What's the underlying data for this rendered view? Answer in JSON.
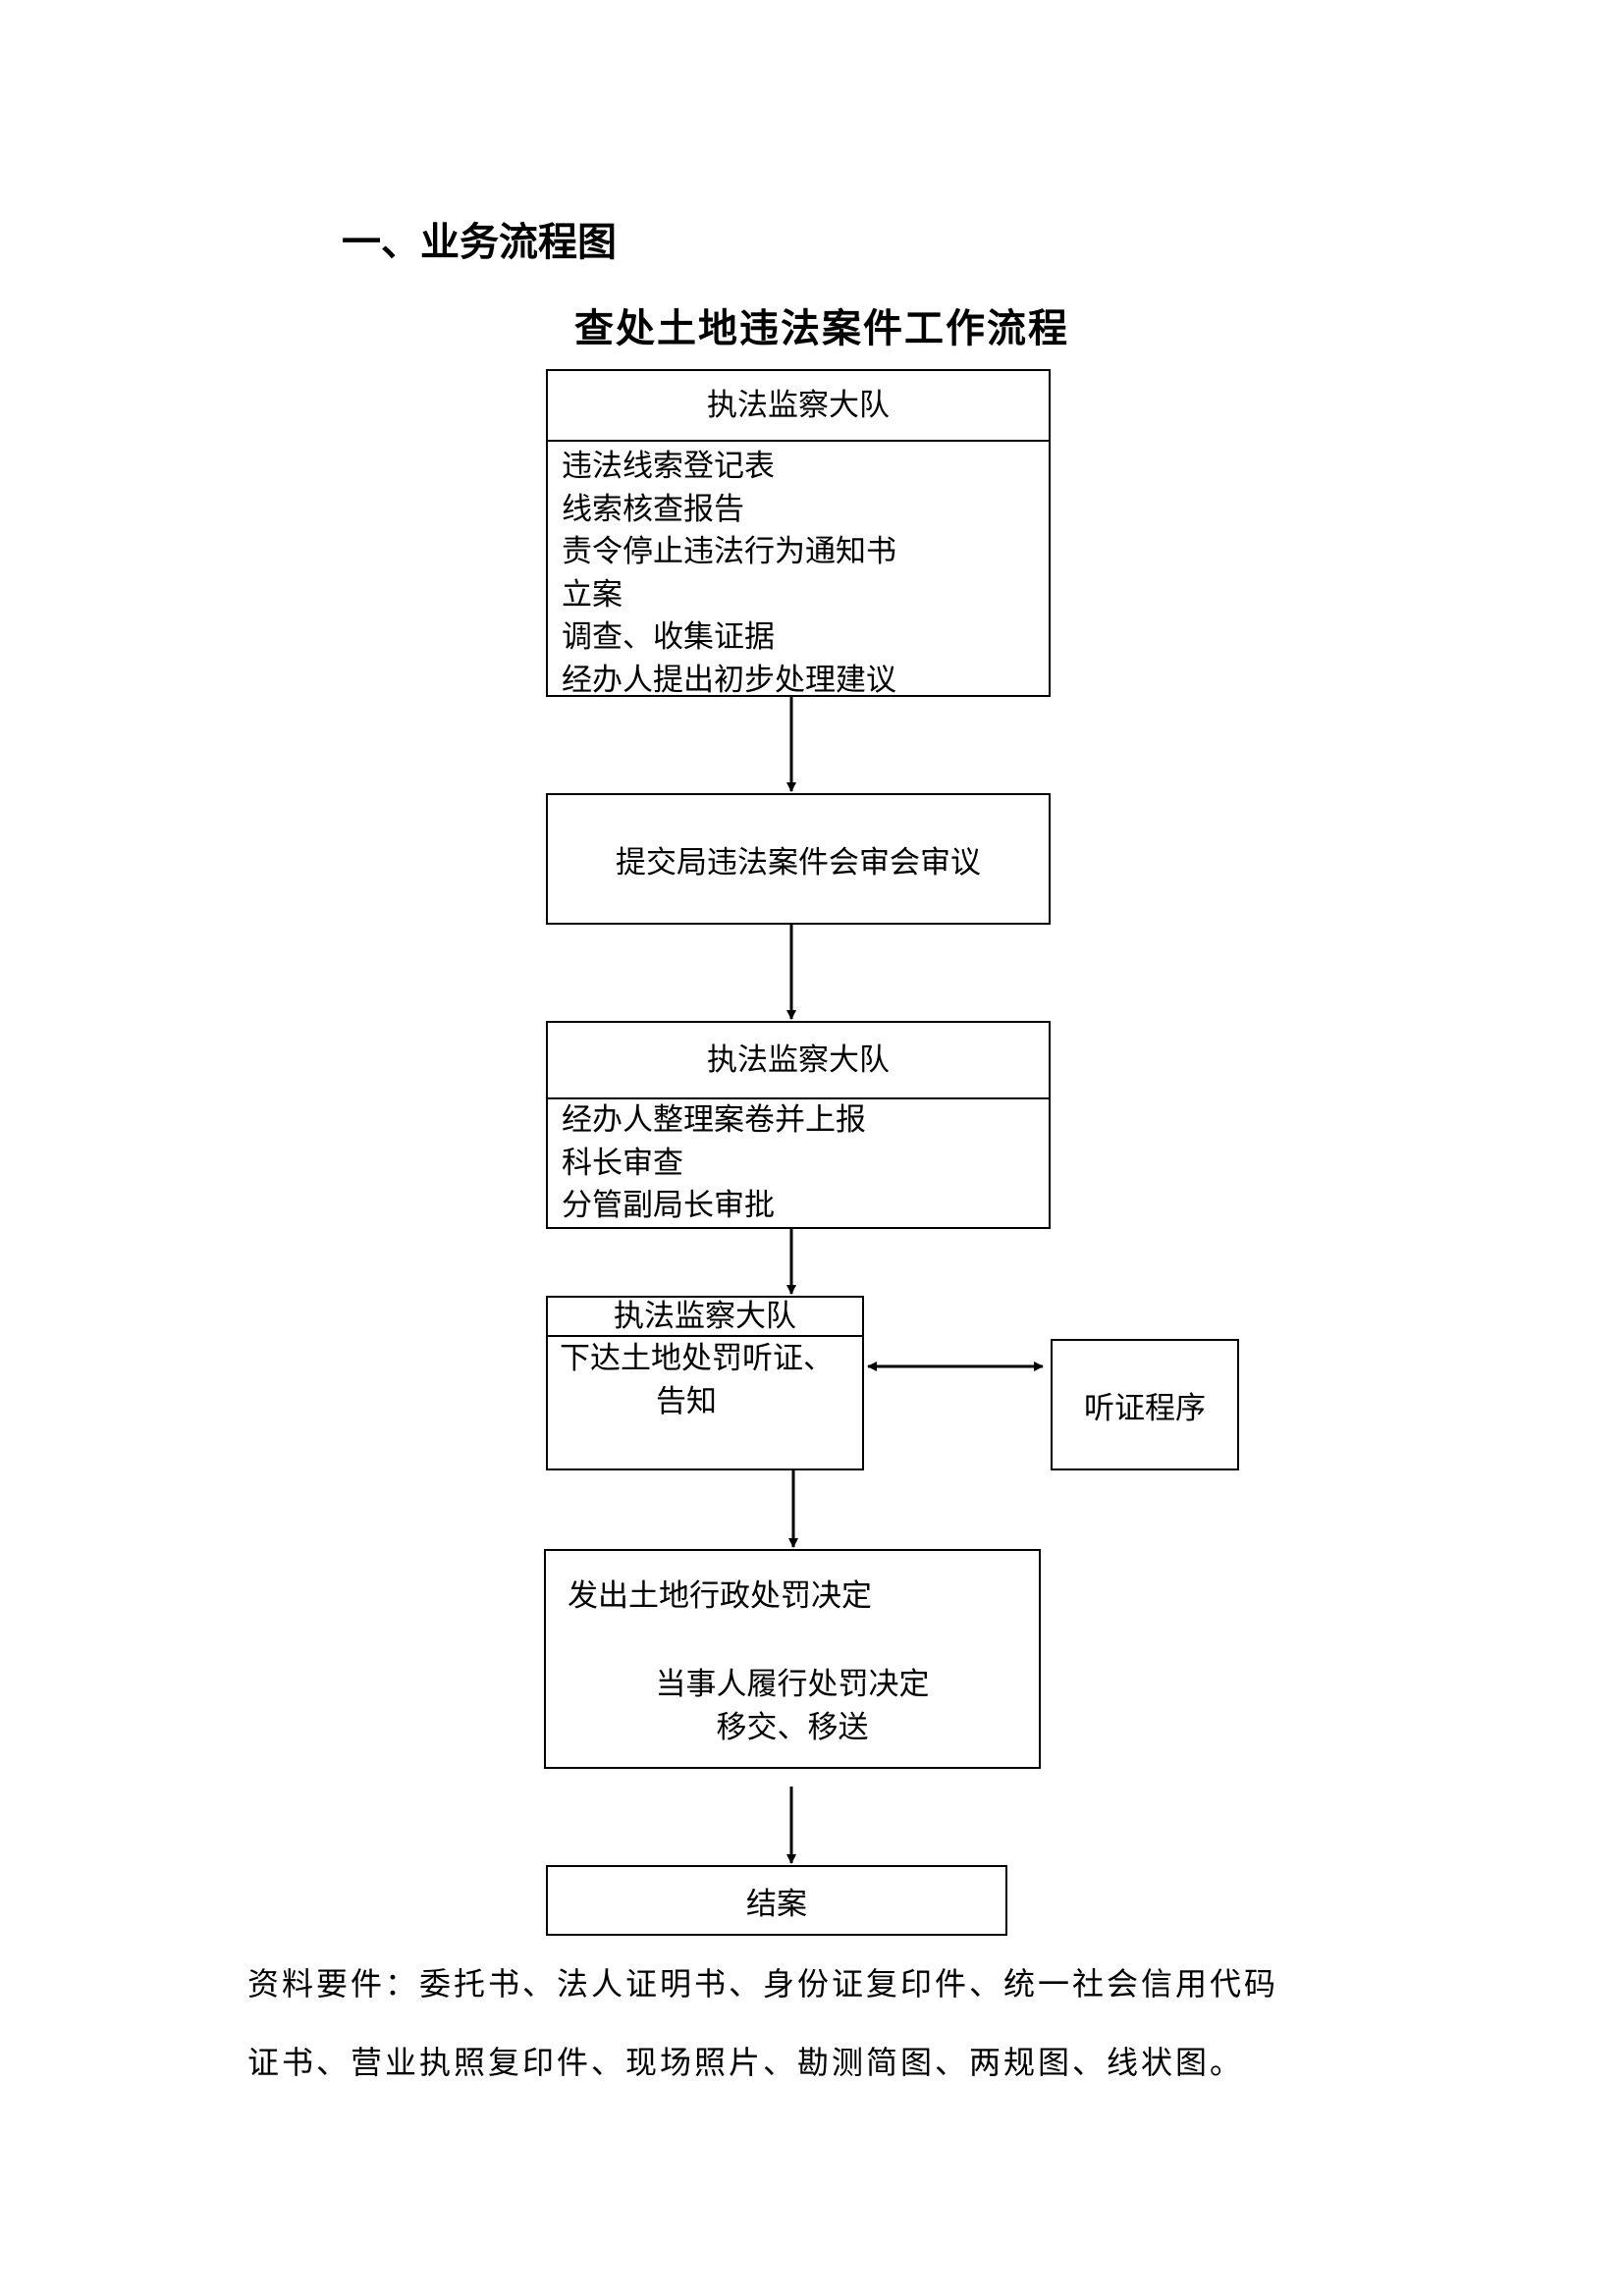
{
  "section_heading": "一、业务流程图",
  "diagram_title": "查处土地违法案件工作流程",
  "steps": {
    "step1": {
      "header": "执法监察大队",
      "lines": [
        "违法线索登记表",
        "线索核查报告",
        "责令停止违法行为通知书",
        "立案",
        "调查、收集证据",
        "经办人提出初步处理建议"
      ]
    },
    "step2": {
      "text": "提交局违法案件会审会审议"
    },
    "step3": {
      "header": "执法监察大队",
      "lines": [
        "经办人整理案卷并上报",
        "科长审查",
        "分管副局长审批"
      ]
    },
    "step4": {
      "header": "执法监察大队",
      "line1": "下达土地处罚听证、",
      "line2": "告知"
    },
    "hearing": {
      "text": "听证程序"
    },
    "step5": {
      "line1": "发出土地行政处罚决定",
      "line2": "当事人履行处罚决定",
      "line3": "移交、移送"
    },
    "closing": {
      "text": "结案"
    }
  },
  "materials": {
    "line1": "资料要件：委托书、法人证明书、身份证复印件、统一社会信用代码",
    "line2": "证书、营业执照复印件、现场照片、勘测简图、两规图、线状图。"
  }
}
